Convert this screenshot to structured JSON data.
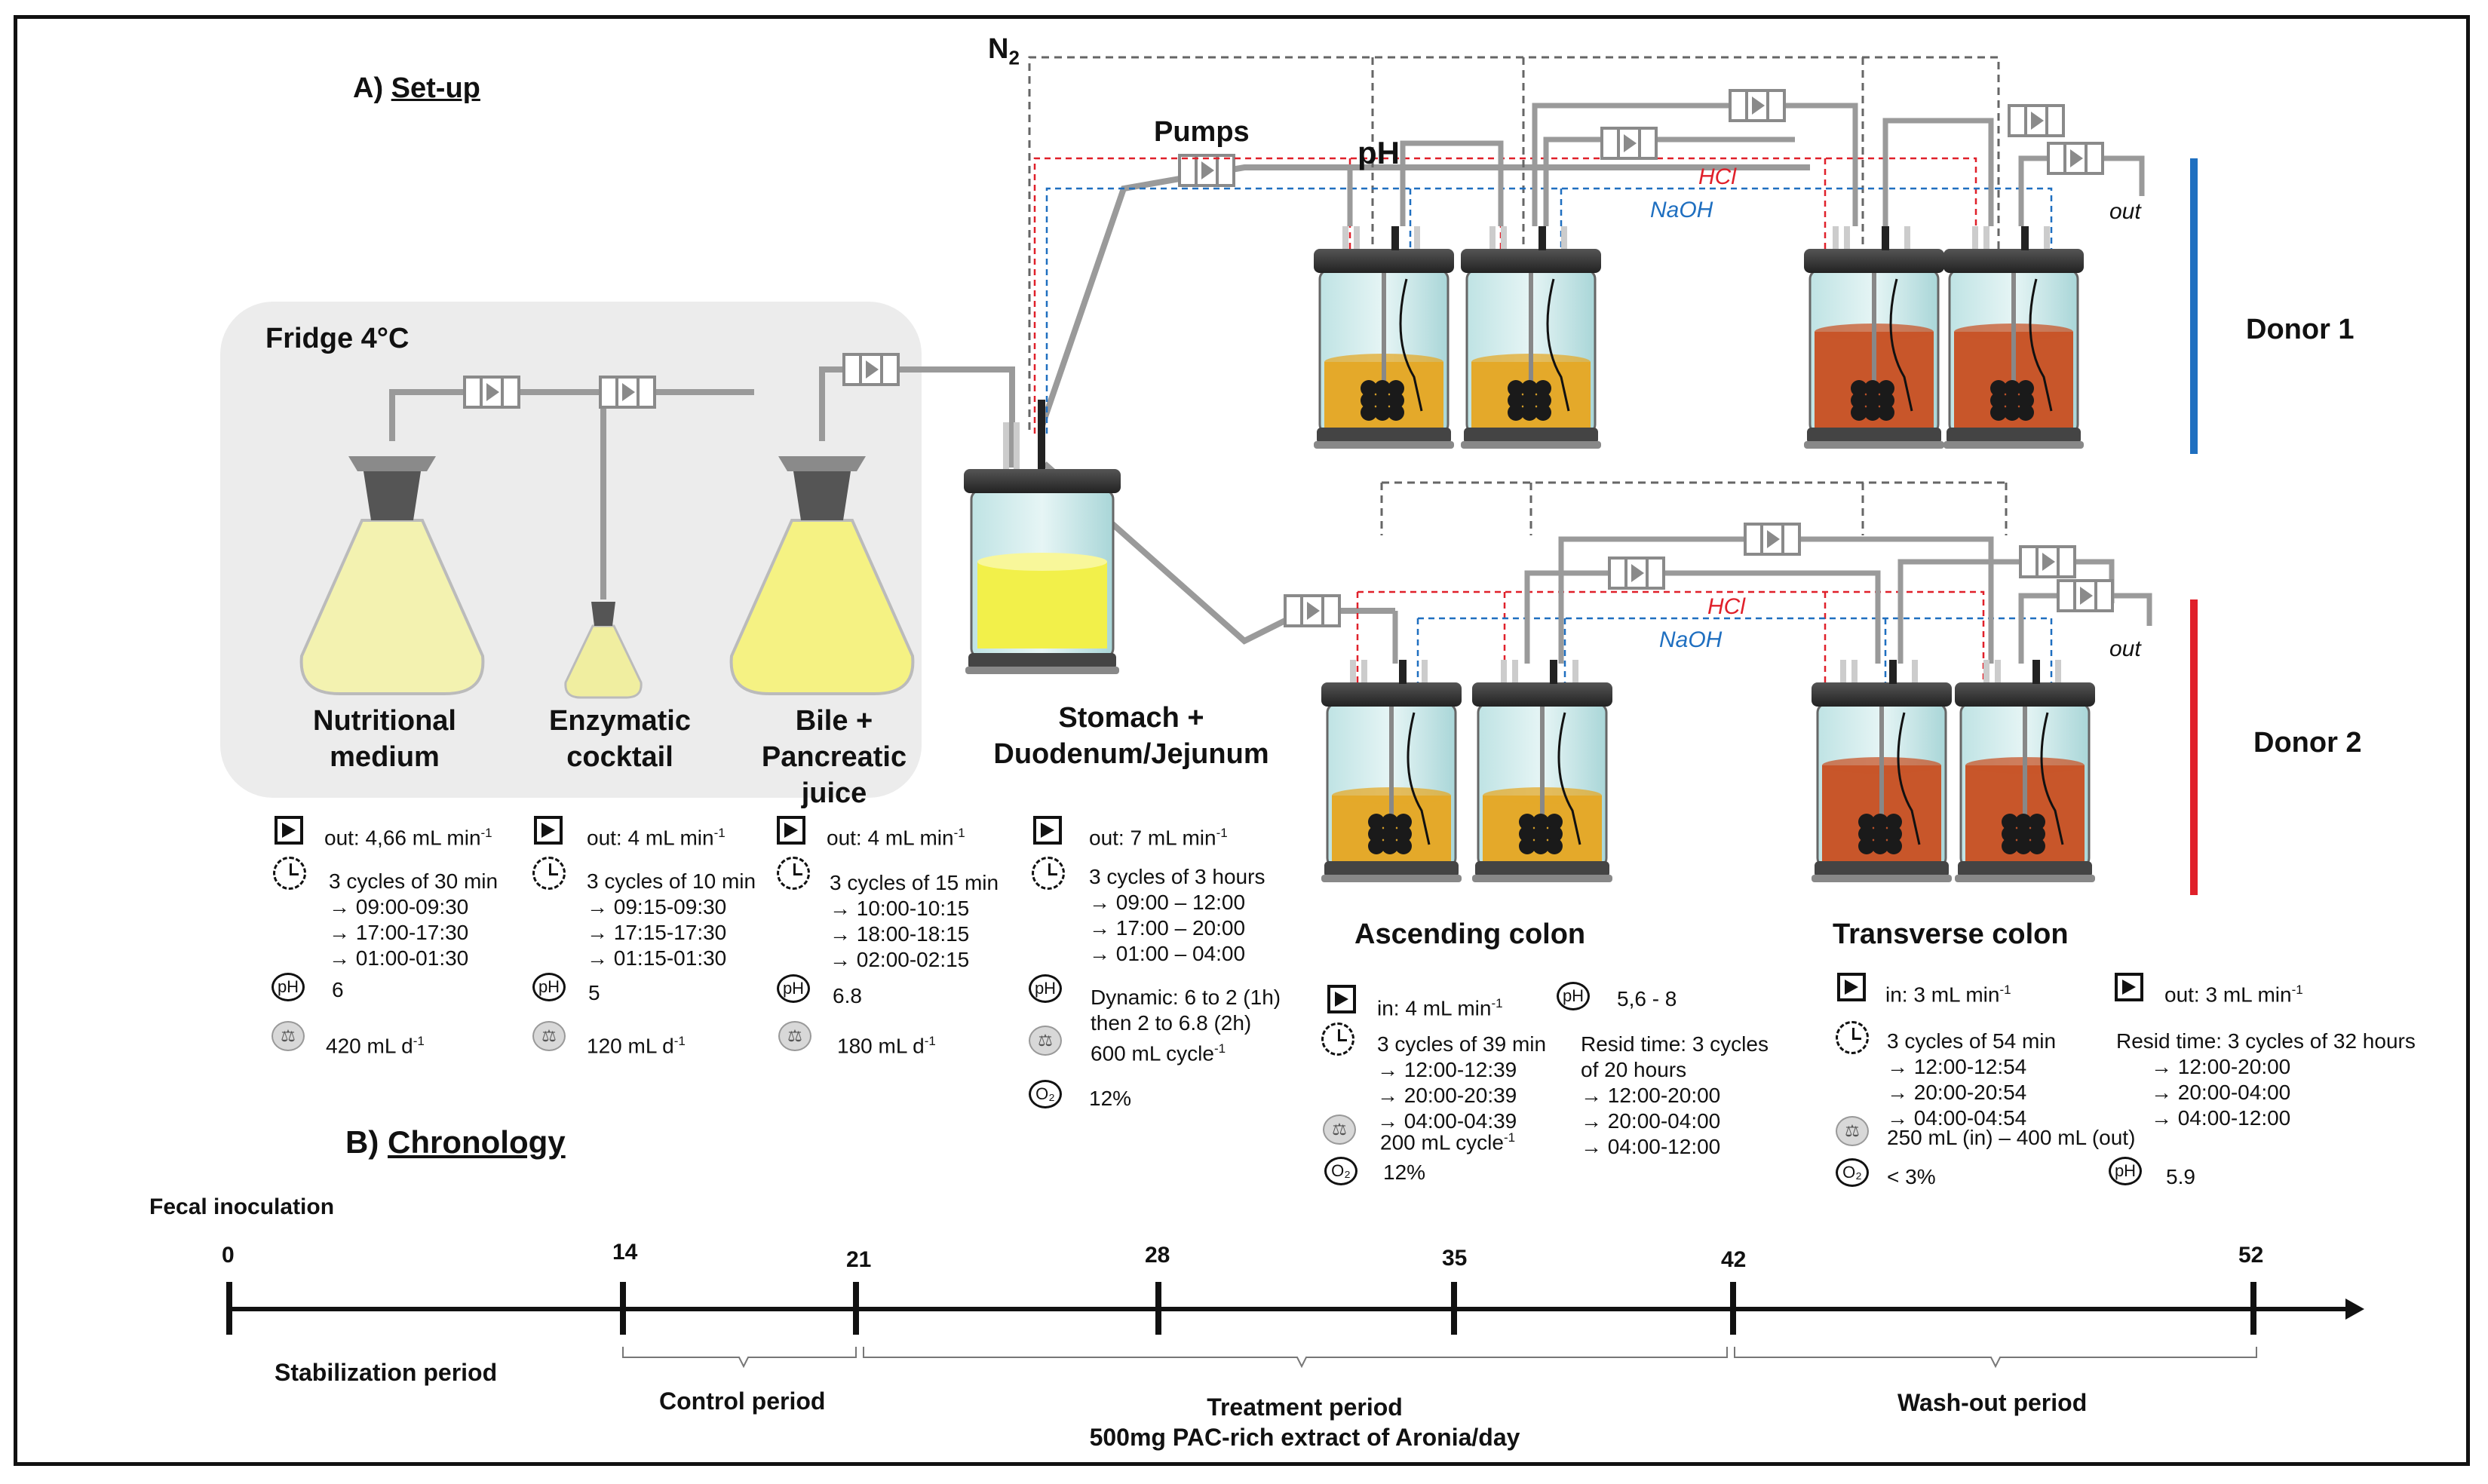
{
  "section_a": {
    "prefix": "A)",
    "title": "Set-up"
  },
  "section_b": {
    "prefix": "B)",
    "title": "Chronology"
  },
  "labels": {
    "n2_base": "N",
    "n2_sub": "2",
    "pumps": "Pumps",
    "ph": "pH",
    "fridge": "Fridge 4°C",
    "hcl": "HCl",
    "naoh": "NaOH",
    "out": "out",
    "donor1": "Donor 1",
    "donor2": "Donor 2",
    "nutritional_medium": "Nutritional medium",
    "enzymatic_cocktail": "Enzymatic cocktail",
    "bile_pancreatic": "Bile + Pancreatic juice",
    "stomach": "Stomach + Duodenum/Jejunum",
    "ascending": "Ascending colon",
    "transverse": "Transverse colon"
  },
  "params": {
    "nutritional": {
      "out": "out: 4,66 mL min",
      "out_sup": "-1",
      "cycles": "3 cycles of 30 min",
      "times": [
        "→ 09:00-09:30",
        "→ 17:00-17:30",
        "→ 01:00-01:30"
      ],
      "ph": "6",
      "vol": "420 mL d",
      "vol_sup": "-1"
    },
    "enzymatic": {
      "out": "out: 4 mL min",
      "out_sup": "-1",
      "cycles": "3 cycles of 10 min",
      "times": [
        "→ 09:15-09:30",
        "→ 17:15-17:30",
        "→ 01:15-01:30"
      ],
      "ph": "5",
      "vol": "120 mL d",
      "vol_sup": "-1"
    },
    "bile": {
      "out": "out: 4 mL min",
      "out_sup": "-1",
      "cycles": "3 cycles of 15 min",
      "times": [
        "→ 10:00-10:15",
        "→ 18:00-18:15",
        "→ 02:00-02:15"
      ],
      "ph": "6.8",
      "vol": "180 mL d",
      "vol_sup": "-1"
    },
    "stomach": {
      "out": "out: 7 mL min",
      "out_sup": "-1",
      "cycles": "3 cycles of 3 hours",
      "times": [
        "→ 09:00 – 12:00",
        "→ 17:00 – 20:00",
        "→ 01:00 – 04:00"
      ],
      "ph_1": "Dynamic: 6 to 2 (1h)",
      "ph_2": "then 2 to 6.8 (2h)",
      "vol": "600 mL cycle",
      "vol_sup": "-1",
      "o2": "12%"
    },
    "ascending": {
      "in": "in: 4 mL min",
      "in_sup": "-1",
      "ph": "5,6 - 8",
      "cycles": "3 cycles of 39 min",
      "times": [
        "→ 12:00-12:39",
        "→ 20:00-20:39",
        "→ 04:00-04:39"
      ],
      "resid_1": "Resid time: 3 cycles",
      "resid_2": "of 20 hours",
      "resid_times": [
        "→ 12:00-20:00",
        "→ 20:00-04:00",
        "→ 04:00-12:00"
      ],
      "vol": "200 mL cycle",
      "vol_sup": "-1",
      "o2": "12%"
    },
    "transverse": {
      "in": "in: 3 mL min",
      "in_sup": "-1",
      "out": "out: 3 mL min",
      "out_sup": "-1",
      "cycles": "3 cycles of 54 min",
      "times": [
        "→ 12:00-12:54",
        "→ 20:00-20:54",
        "→ 04:00-04:54"
      ],
      "resid": "Resid time: 3 cycles of 32 hours",
      "resid_times": [
        "→ 12:00-20:00",
        "→ 20:00-04:00",
        "→ 04:00-12:00"
      ],
      "vol": "250 mL (in) – 400 mL (out)",
      "o2": "< 3%",
      "ph": "5.9"
    }
  },
  "icons": {
    "ph_text": "pH",
    "o2_text": "O₂",
    "scale_glyph": "⚖"
  },
  "chronology": {
    "fecal_inoculation": "Fecal inoculation",
    "ticks": [
      "0",
      "14",
      "21",
      "28",
      "35",
      "42",
      "52"
    ],
    "periods": {
      "stabilization": "Stabilization period",
      "control": "Control period",
      "treatment": "Treatment period",
      "treatment_detail": "500mg  PAC-rich extract of Aronia/day",
      "washout": "Wash-out period"
    }
  },
  "colors": {
    "donor1": "#1f6fc0",
    "donor2": "#e0202a",
    "hcl": "#e0202a",
    "naoh": "#1f6fc0",
    "ascending_fill": "#e4a92a",
    "transverse_fill": "#c8562a",
    "stomach_fill": "#f2f04a",
    "medium_fill": "#f1f0a0"
  }
}
